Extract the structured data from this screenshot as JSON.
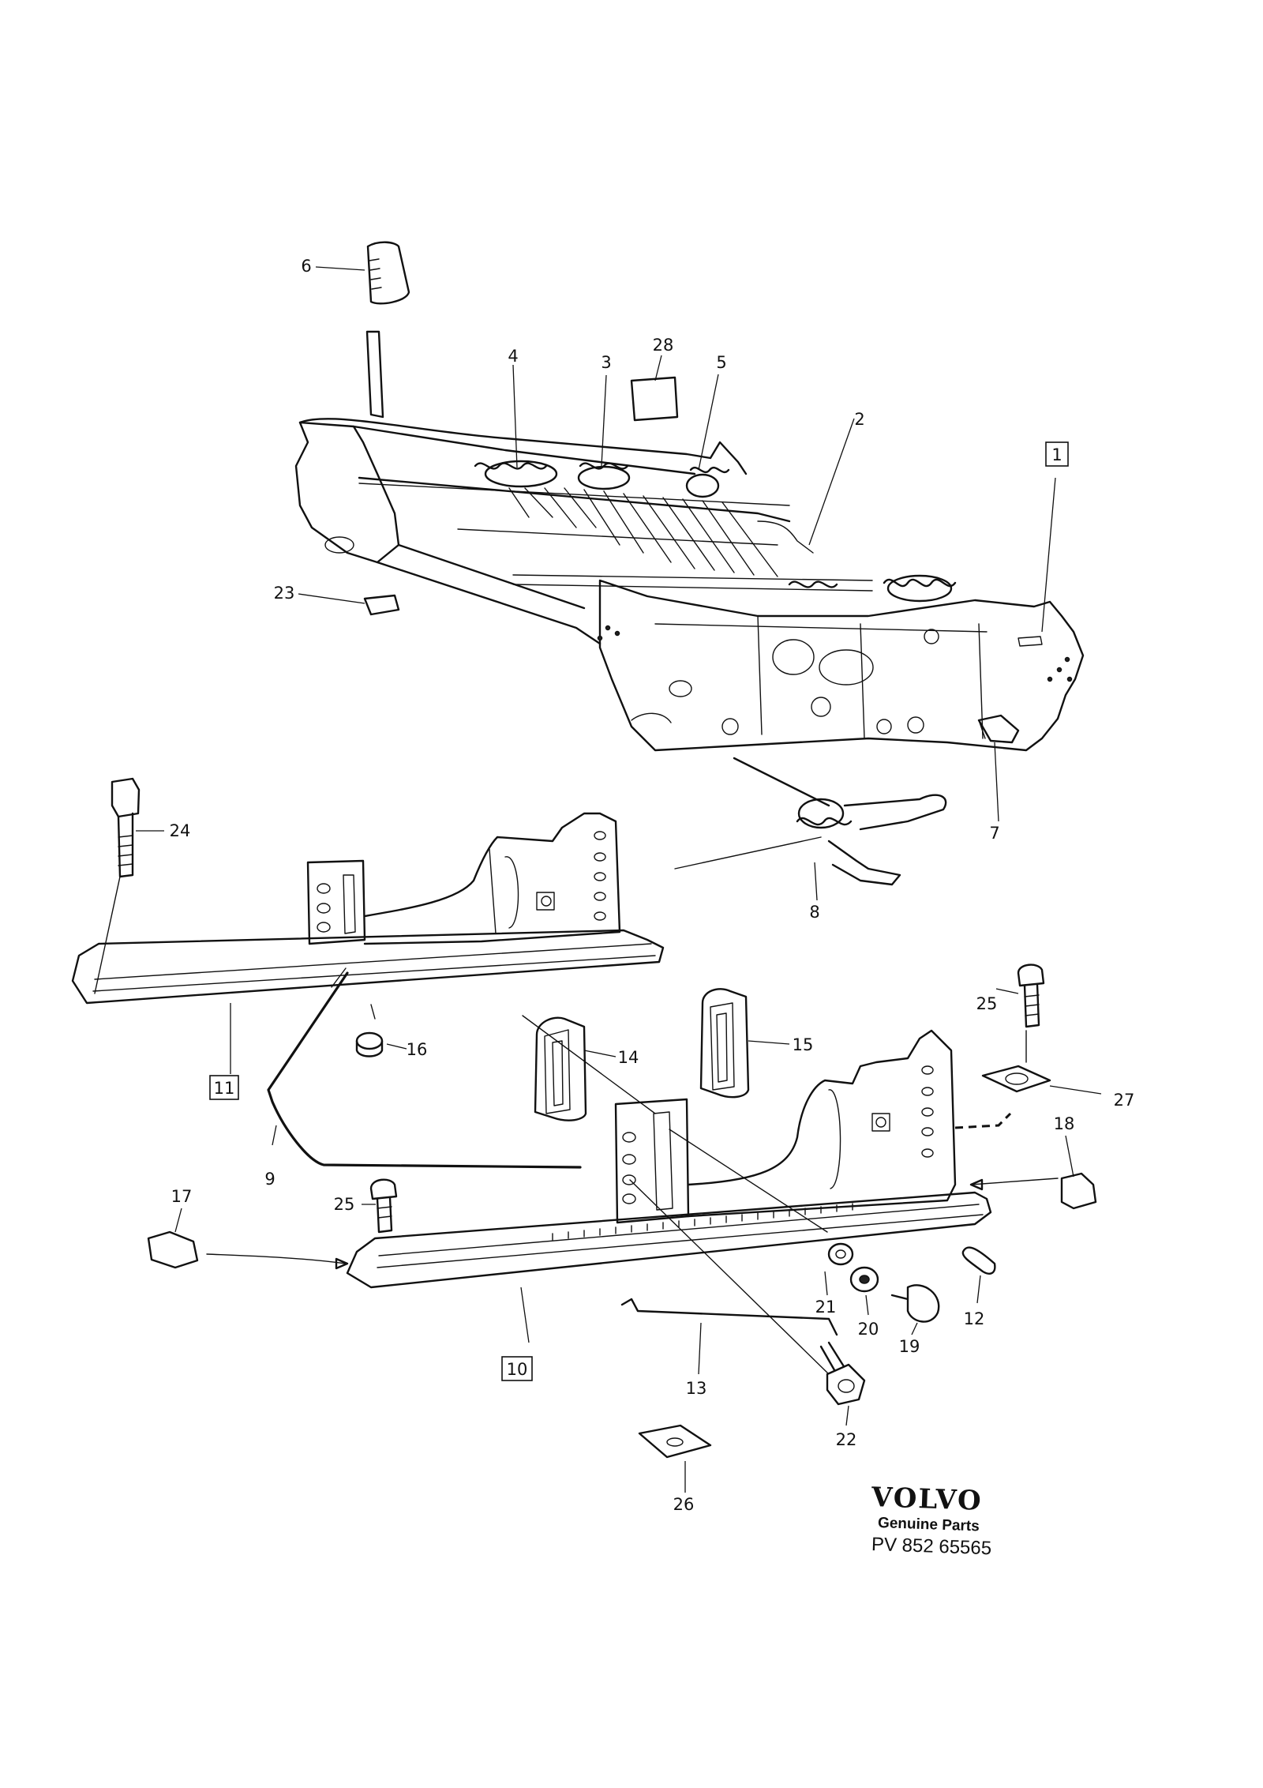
{
  "diagram": {
    "callouts": [
      {
        "id": "1",
        "text": "1",
        "boxed": true
      },
      {
        "id": "2",
        "text": "2"
      },
      {
        "id": "3",
        "text": "3"
      },
      {
        "id": "4",
        "text": "4"
      },
      {
        "id": "5",
        "text": "5"
      },
      {
        "id": "6",
        "text": "6"
      },
      {
        "id": "7",
        "text": "7"
      },
      {
        "id": "8",
        "text": "8"
      },
      {
        "id": "9",
        "text": "9"
      },
      {
        "id": "10",
        "text": "10",
        "boxed": true
      },
      {
        "id": "11",
        "text": "11",
        "boxed": true
      },
      {
        "id": "12",
        "text": "12"
      },
      {
        "id": "13",
        "text": "13"
      },
      {
        "id": "14",
        "text": "14"
      },
      {
        "id": "15",
        "text": "15"
      },
      {
        "id": "16",
        "text": "16"
      },
      {
        "id": "17",
        "text": "17"
      },
      {
        "id": "18",
        "text": "18"
      },
      {
        "id": "19",
        "text": "19"
      },
      {
        "id": "20",
        "text": "20"
      },
      {
        "id": "21",
        "text": "21"
      },
      {
        "id": "22",
        "text": "22"
      },
      {
        "id": "23",
        "text": "23"
      },
      {
        "id": "24",
        "text": "24"
      },
      {
        "id": "25a",
        "text": "25"
      },
      {
        "id": "25b",
        "text": "25"
      },
      {
        "id": "26",
        "text": "26"
      },
      {
        "id": "27",
        "text": "27"
      },
      {
        "id": "28",
        "text": "28"
      }
    ]
  },
  "branding": {
    "logo": "VOLVO",
    "subtitle": "Genuine Parts",
    "code": "PV 852  65565"
  }
}
